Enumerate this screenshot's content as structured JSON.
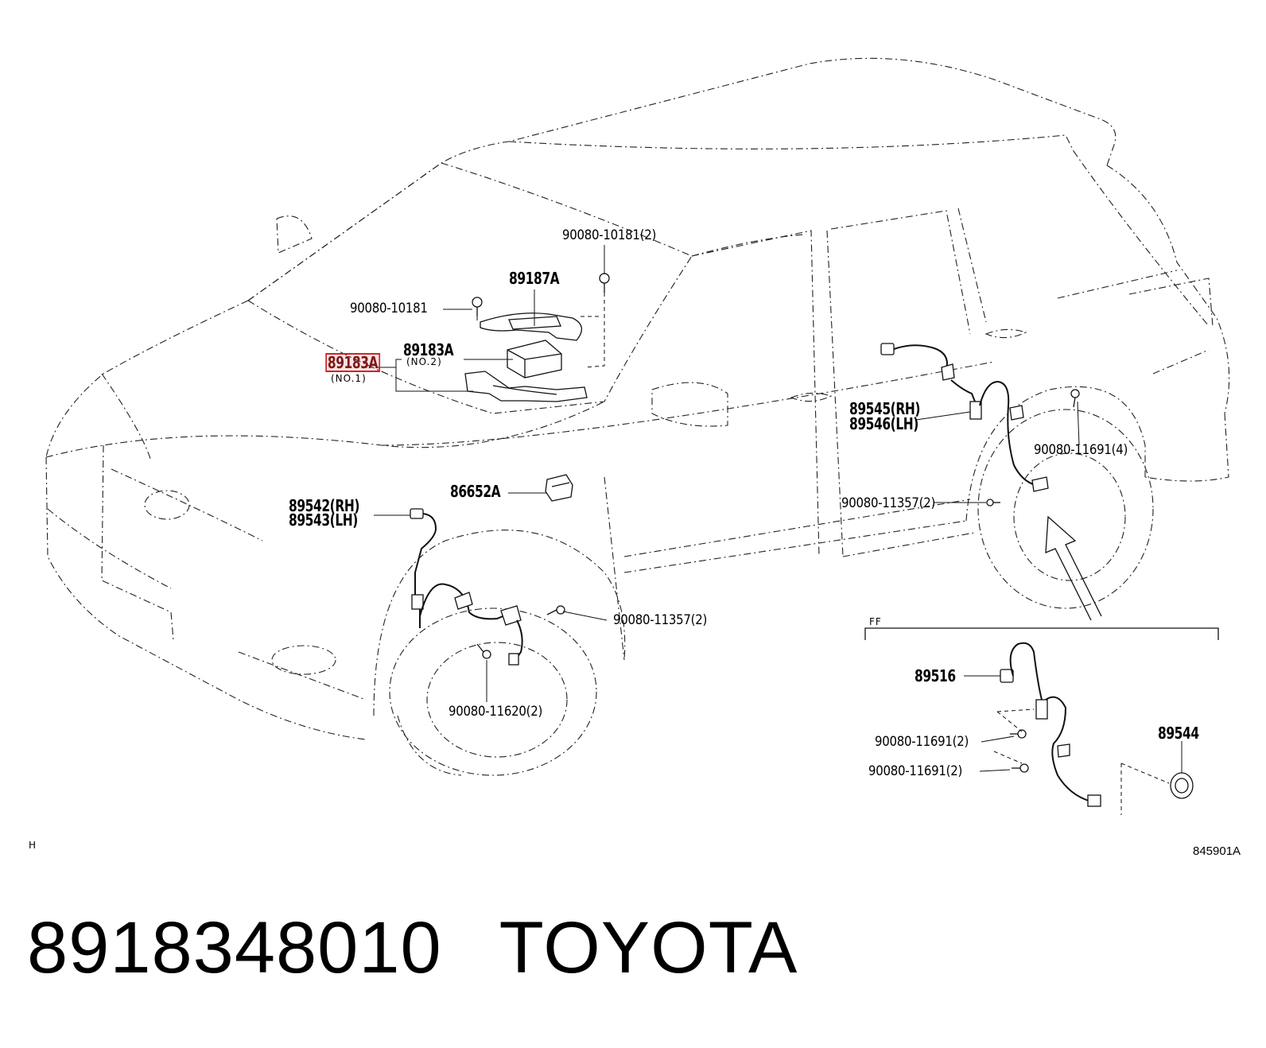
{
  "labels": {
    "bolt_top_right": "90080-10181(2)",
    "bolt_top_left": "90080-10181",
    "bracket_top": "89187A",
    "ecu_no2": "89183A",
    "ecu_no2_note": "(NO.2)",
    "ecu_no1": "89183A",
    "ecu_no1_note": "(NO.1)",
    "rear_sensor": "89545(RH)\n89546(LH)",
    "rear_sensor_rh": "89545(RH)",
    "rear_sensor_lh": "89546(LH)",
    "rear_bolt_4": "90080-11691(4)",
    "relay": "86652A",
    "rear_bolt_11357": "90080-11357(2)",
    "front_sensor_rh": "89542(RH)",
    "front_sensor_lh": "89543(LH)",
    "front_bolt_11357": "90080-11357(2)",
    "front_bolt_11620": "90080-11620(2)",
    "ff_tag": "FF",
    "ff_sensor": "89516",
    "ff_bolt_a": "90080-11691(2)",
    "ff_bolt_b": "90080-11691(2)",
    "ff_bearing": "89544",
    "corner_left": "H",
    "figure_code": "845901A"
  },
  "caption": {
    "part_number": "8918348010",
    "brand": "TOYOTA"
  },
  "highlight_color": "#d32424"
}
